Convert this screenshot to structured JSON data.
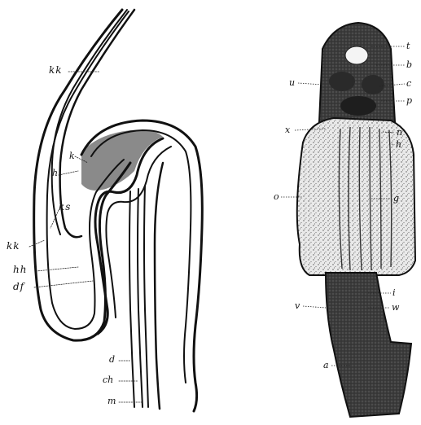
{
  "figure_left": {
    "labels": {
      "kk_top": "kk",
      "k": "k",
      "h": "h",
      "ks": "ks",
      "kk_left": "kk",
      "hh": "hh",
      "df": "df",
      "d": "d",
      "ch": "ch",
      "m": "m"
    }
  },
  "figure_right": {
    "labels": {
      "t": "t",
      "b": "b",
      "u": "u",
      "c": "c",
      "p": "p",
      "x": "x",
      "n": "n",
      "h": "h",
      "o": "o",
      "g": "g",
      "i": "i",
      "v": "v",
      "w": "w",
      "a": "a"
    }
  }
}
